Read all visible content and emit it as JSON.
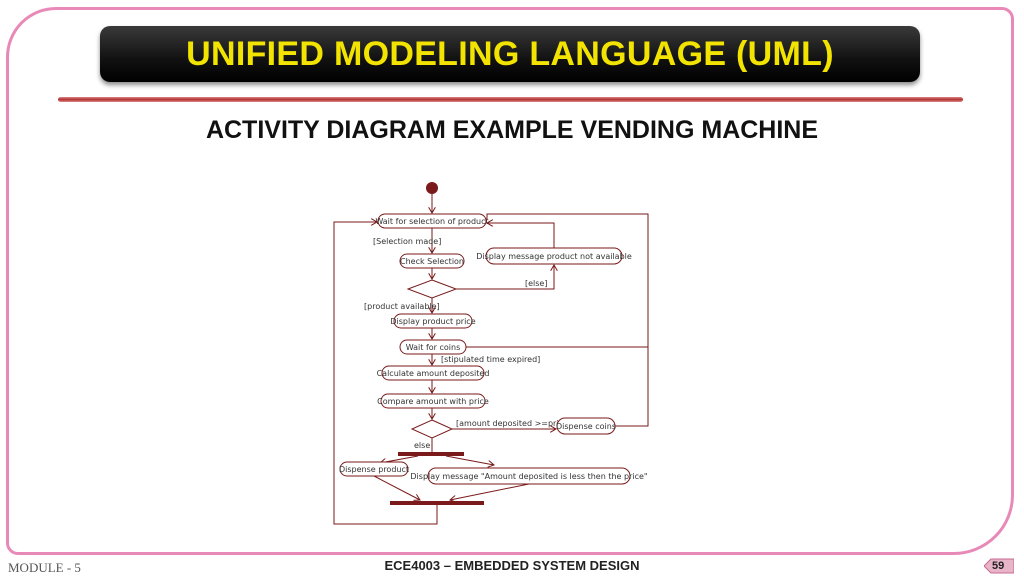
{
  "slide": {
    "title": "UNIFIED MODELING LANGUAGE (UML)",
    "subtitle": "ACTIVITY DIAGRAM EXAMPLE  VENDING MACHINE"
  },
  "diagram": {
    "nodes": {
      "wait_selection": "Wait for selection of product",
      "check_selection": "Check Selection",
      "display_not_available": "Display message product not available",
      "display_price": "Display product price",
      "wait_coins": "Wait for coins",
      "calculate_amount": "Calculate amount deposited",
      "compare_amount": "Compare amount with price",
      "dispense_coins": "Dispense coins",
      "dispense_product": "Dispense product",
      "display_less": "Display message \"Amount deposited is less then the price\""
    },
    "guards": {
      "selection_made": "[Selection made]",
      "else1": "[else]",
      "product_available": "[product available]",
      "time_expired": "[stipulated time expired]",
      "amount_ge_price": "[amount deposited >=price]",
      "else2": "else"
    }
  },
  "footer": {
    "module": "MODULE - 5",
    "course": "ECE4003 – EMBEDDED SYSTEM DESIGN",
    "page": "59"
  },
  "colors": {
    "title_text": "#f2e400",
    "frame": "#e889b8",
    "diagram_line": "#7a1a1a"
  }
}
